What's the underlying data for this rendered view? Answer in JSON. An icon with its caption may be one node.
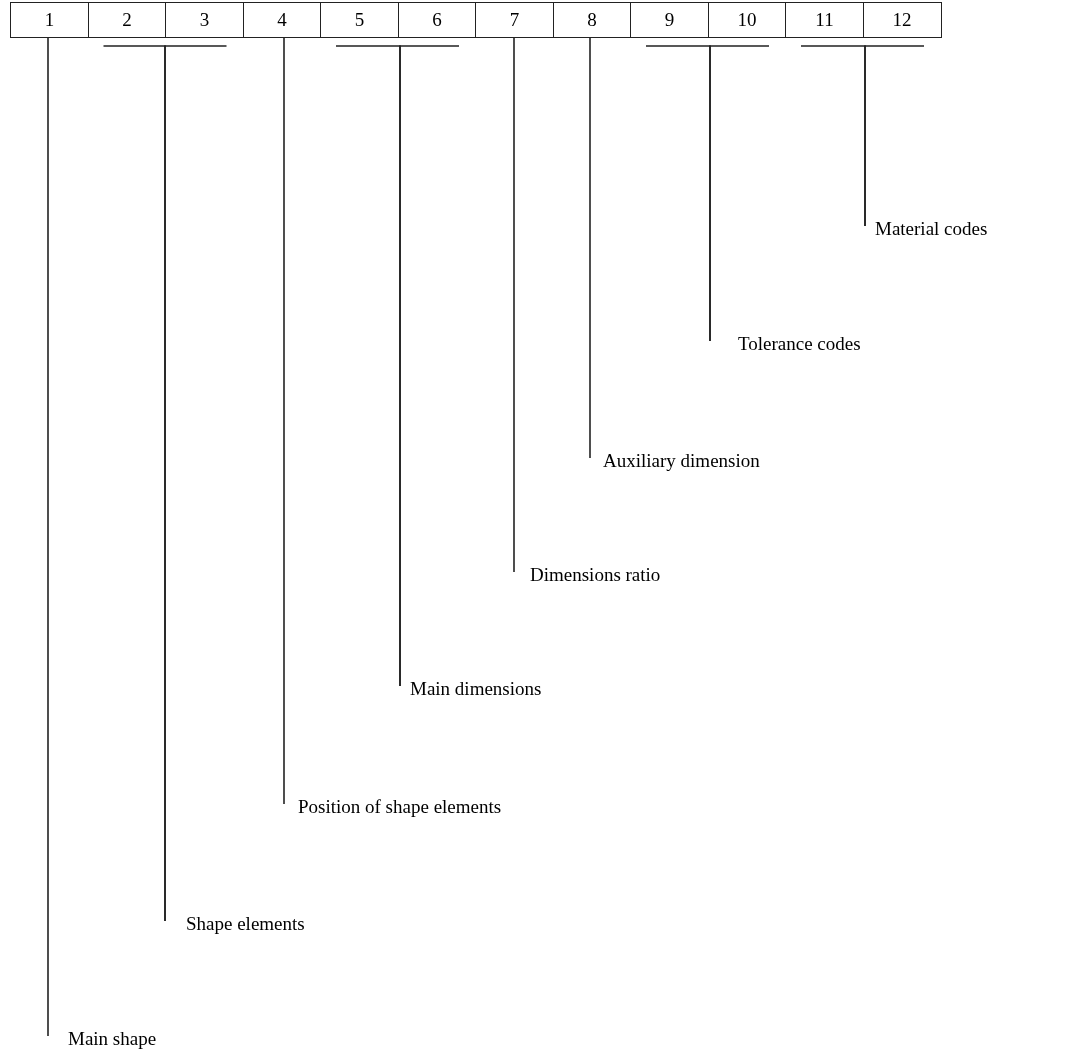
{
  "diagram": {
    "nodes": [
      {
        "text": [
          "1"
        ]
      },
      {
        "text": [
          "2"
        ]
      },
      {
        "text": [
          "3"
        ]
      },
      {
        "text": [
          "4"
        ]
      },
      {
        "text": [
          "5"
        ]
      },
      {
        "text": [
          "6"
        ]
      },
      {
        "text": [
          "7"
        ]
      },
      {
        "text": [
          "8"
        ]
      },
      {
        "text": [
          "9"
        ]
      },
      {
        "text": [
          "10"
        ]
      },
      {
        "text": [
          "11"
        ]
      },
      {
        "text": [
          "12"
        ]
      },
      {
        "text": [
          "Material codes"
        ]
      },
      {
        "text": [
          "Tolerance codes"
        ]
      },
      {
        "text": [
          "Auxiliary dimension"
        ]
      },
      {
        "text": [
          "Dimensions ratio"
        ]
      },
      {
        "text": [
          "Main dimensions"
        ]
      },
      {
        "text": [
          "Position of shape elements"
        ]
      },
      {
        "text": [
          "Shape elements"
        ]
      },
      {
        "text": [
          "Main shape"
        ]
      }
    ],
    "edges": [
      {
        "from": 19,
        "to": 0,
        "arrow": "none"
      },
      {
        "from": 18,
        "to": 1,
        "arrow": "none"
      },
      {
        "from": 18,
        "to": 2,
        "arrow": "none"
      },
      {
        "from": 17,
        "to": 3,
        "arrow": "none"
      },
      {
        "from": 16,
        "to": 4,
        "arrow": "none"
      },
      {
        "from": 16,
        "to": 5,
        "arrow": "none"
      },
      {
        "from": 15,
        "to": 6,
        "arrow": "none"
      },
      {
        "from": 14,
        "to": 7,
        "arrow": "none"
      },
      {
        "from": 13,
        "to": 8,
        "arrow": "none"
      },
      {
        "from": 13,
        "to": 9,
        "arrow": "none"
      },
      {
        "from": 12,
        "to": 10,
        "arrow": "none"
      },
      {
        "from": 12,
        "to": 11,
        "arrow": "none"
      }
    ]
  }
}
